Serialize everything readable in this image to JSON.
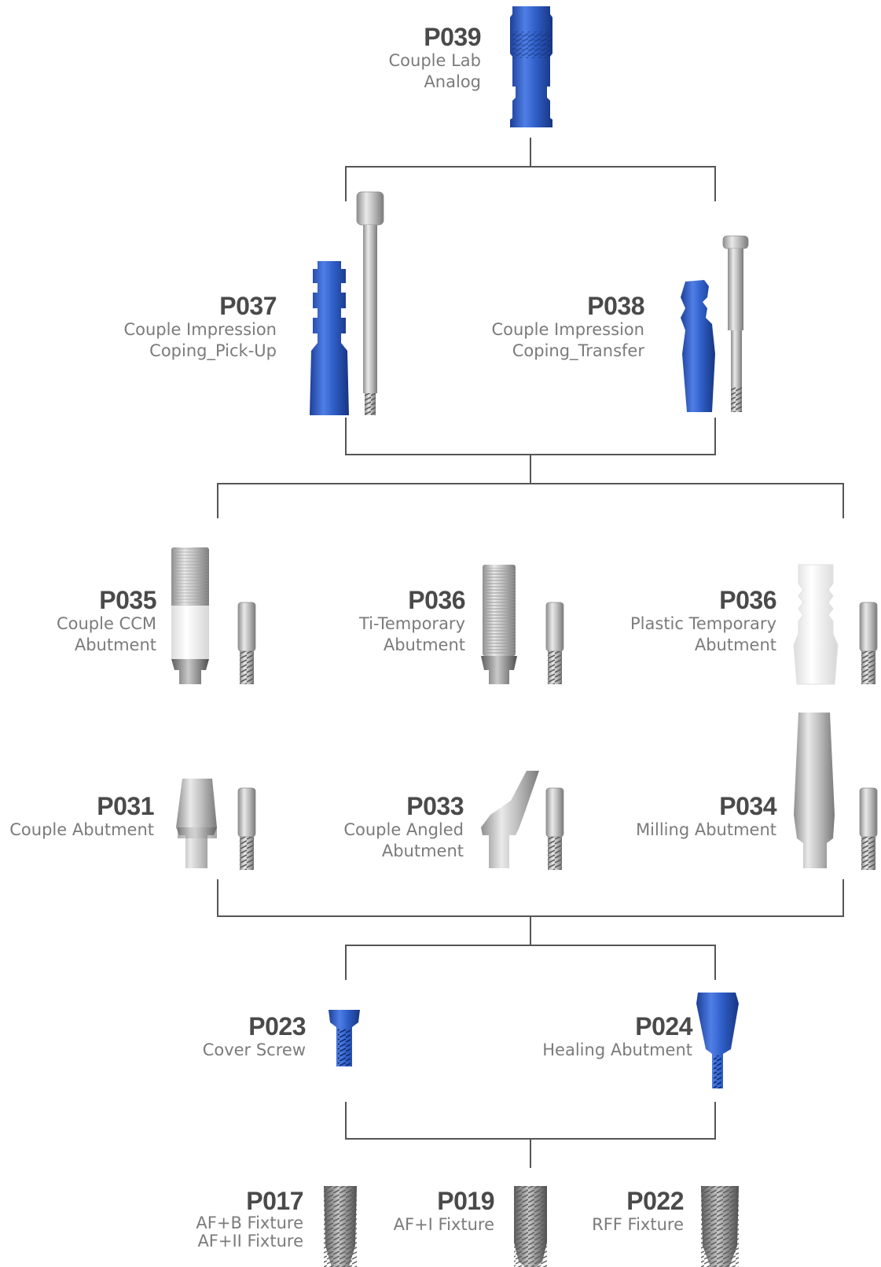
{
  "components": {
    "p039": {
      "code": "P039",
      "name": [
        "Couple Lab",
        "Analog"
      ]
    },
    "p037": {
      "code": "P037",
      "name": [
        "Couple Impression",
        "Coping_Pick-Up"
      ]
    },
    "p038": {
      "code": "P038",
      "name": [
        "Couple Impression",
        "Coping_Transfer"
      ]
    },
    "p035": {
      "code": "P035",
      "name": [
        "Couple CCM",
        "Abutment"
      ]
    },
    "p036_ti": {
      "code": "P036",
      "name": [
        "Ti-Temporary",
        "Abutment"
      ]
    },
    "p036_plastic": {
      "code": "P036",
      "name": [
        "Plastic Temporary",
        "Abutment"
      ]
    },
    "p031": {
      "code": "P031",
      "name": [
        "Couple Abutment"
      ]
    },
    "p033": {
      "code": "P033",
      "name": [
        "Couple Angled",
        "Abutment"
      ]
    },
    "p034": {
      "code": "P034",
      "name": [
        "Milling Abutment"
      ]
    },
    "p023": {
      "code": "P023",
      "name": [
        "Cover Screw"
      ]
    },
    "p024": {
      "code": "P024",
      "name": [
        "Healing Abutment"
      ]
    },
    "p017": {
      "code": "P017",
      "name": [
        "AF+B Fixture",
        "AF+II Fixture"
      ]
    },
    "p019": {
      "code": "P019",
      "name": [
        "AF+I Fixture"
      ]
    },
    "p022": {
      "code": "P022",
      "name": [
        "RFF Fixture"
      ]
    }
  },
  "colors": {
    "connector": "#555555",
    "part_blue": "#2f5fc8",
    "part_metal": "#b9b9b9",
    "part_white": "#f3f3f3",
    "code_text": "#4a4a4a",
    "name_text": "#7b7b7b"
  },
  "icons": [
    "lab-analog-icon",
    "pickup-coping-icon",
    "transfer-coping-icon",
    "ccm-abutment-icon",
    "ti-temporary-abutment-icon",
    "plastic-temporary-abutment-icon",
    "abutment-icon",
    "angled-abutment-icon",
    "milling-abutment-icon",
    "cover-screw-icon",
    "healing-abutment-icon",
    "fixture-icon",
    "abutment-screw-icon"
  ]
}
